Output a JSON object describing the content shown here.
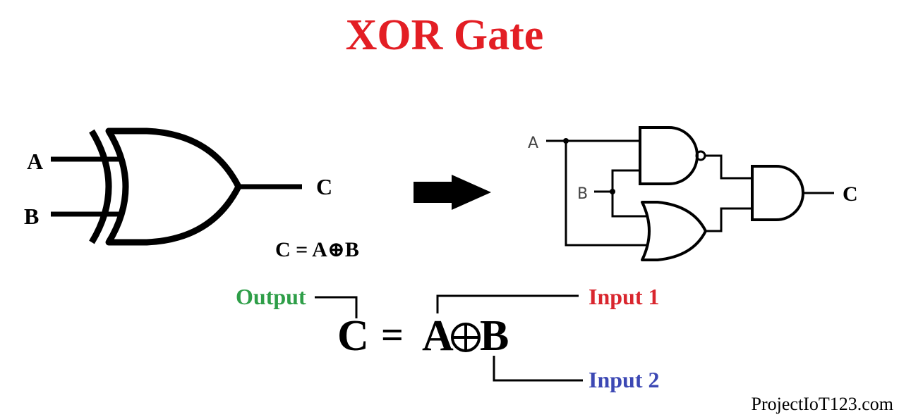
{
  "title": "XOR Gate",
  "xor_symbol": {
    "input_a": "A",
    "input_b": "B",
    "output": "C",
    "equation": "C = A⊕B"
  },
  "circuit": {
    "input_a": "A",
    "input_b": "B",
    "output": "C"
  },
  "formula": {
    "c": "C",
    "equals": "=",
    "a": "A",
    "b": "B",
    "output_label": "Output",
    "input1_label": "Input 1",
    "input2_label": "Input 2"
  },
  "watermark": "ProjectIoT123.com",
  "colors": {
    "title": "#e31e24",
    "output_label": "#2e9e48",
    "input1_label": "#d9262e",
    "input2_label": "#3c48b4",
    "line": "#000000"
  }
}
